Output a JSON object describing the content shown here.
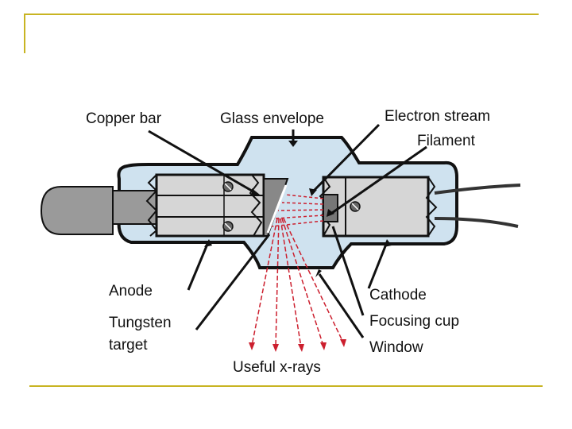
{
  "slide": {
    "accent_color": "#c8b422",
    "title": ""
  },
  "diagram": {
    "labels": {
      "copper_bar": "Copper bar",
      "glass_envelope": "Glass envelope",
      "electron_stream": "Electron stream",
      "filament": "Filament",
      "anode": "Anode",
      "tungsten_target_line1": "Tungsten",
      "tungsten_target_line2": "target",
      "cathode": "Cathode",
      "focusing_cup": "Focusing cup",
      "window": "Window",
      "useful_xrays": "Useful x-rays"
    },
    "colors": {
      "glass": "#cfe2ef",
      "metal": "#d6d6d6",
      "knob": "#9a9a9a",
      "ray": "#cc1f2e",
      "outline": "#111111"
    }
  }
}
